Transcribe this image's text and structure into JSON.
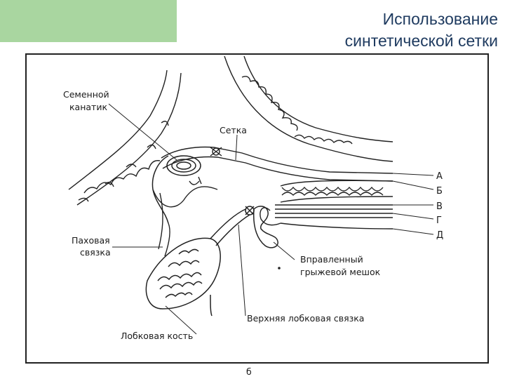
{
  "slide": {
    "title_line1": "Использование",
    "title_line2": "синтетической сетки",
    "accent_color": "#a9d6a0",
    "title_color": "#1e3a5f"
  },
  "figure": {
    "labels": {
      "spermatic_cord_1": "Семенной",
      "spermatic_cord_2": "канатик",
      "mesh": "Сетка",
      "inguinal_lig_1": "Паховая",
      "inguinal_lig_2": "связка",
      "hernia_sac_1": "Вправленный",
      "hernia_sac_2": "грыжевой мешок",
      "upper_pubic_lig": "Верхняя лобковая связка",
      "pubic_bone": "Лобковая кость",
      "caption": "б"
    },
    "layer_letters": [
      "А",
      "Б",
      "В",
      "Г",
      "Д"
    ]
  }
}
